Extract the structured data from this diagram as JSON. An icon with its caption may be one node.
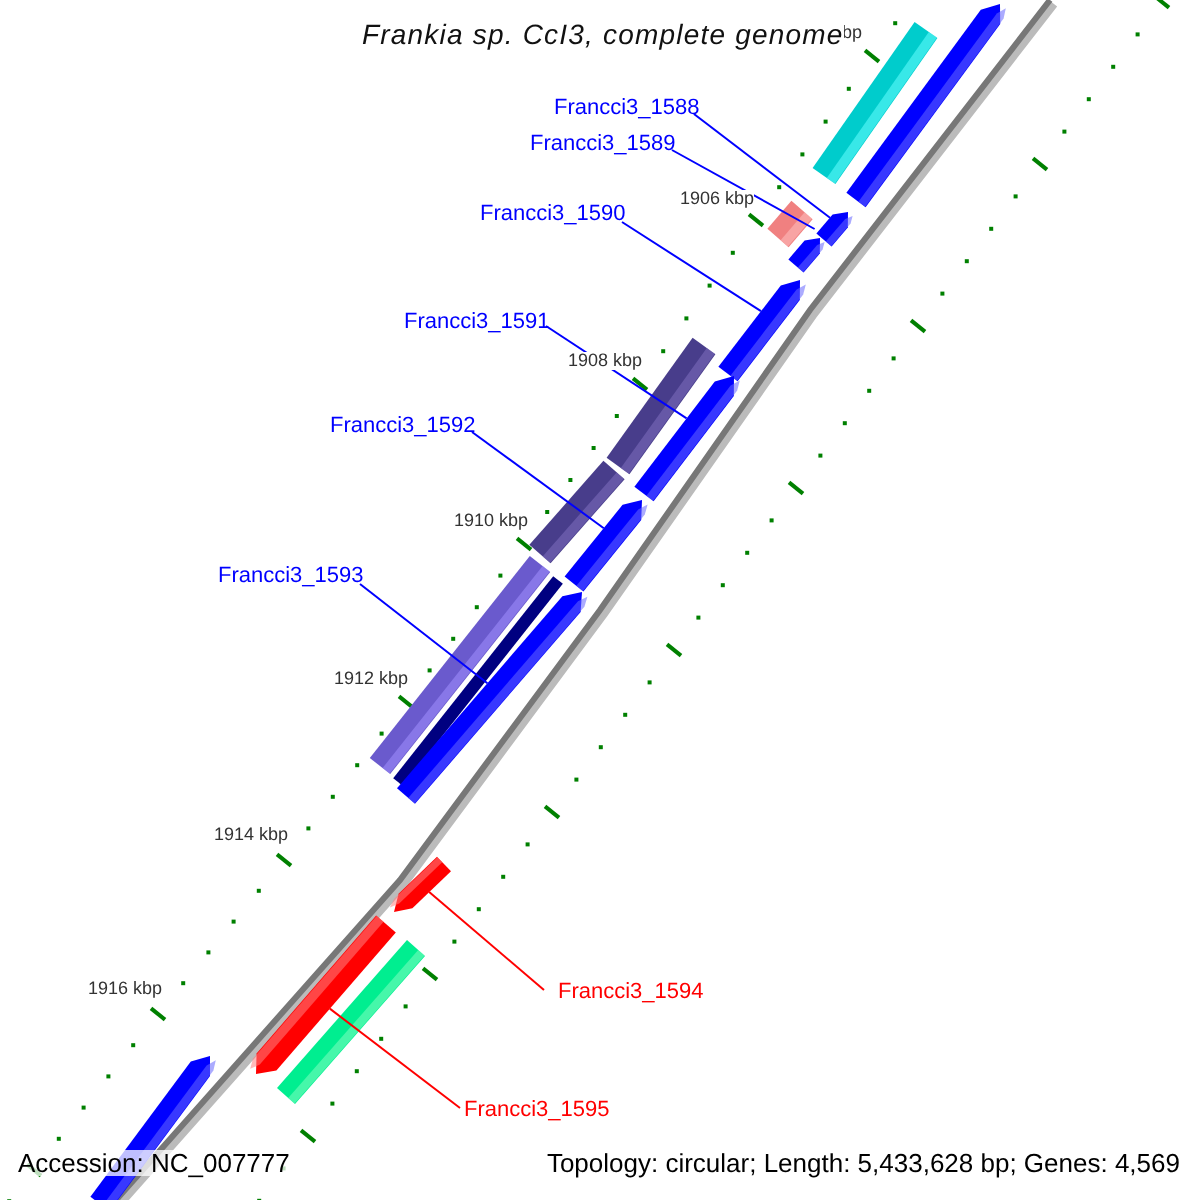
{
  "diagram": {
    "title": "Frankia sp. CcI3, complete genome",
    "nodes": [
      {
        "text": [
          "Francci3_1588"
        ]
      },
      {
        "text": [
          "Francci3_1589"
        ]
      },
      {
        "text": [
          "Francci3_1590"
        ]
      },
      {
        "text": [
          "Francci3_1591"
        ]
      },
      {
        "text": [
          "Francci3_1592"
        ]
      },
      {
        "text": [
          "Francci3_1593"
        ]
      },
      {
        "text": [
          "Francci3_1594"
        ]
      },
      {
        "text": [
          "Francci3_1595"
        ]
      },
      {
        "text": [],
        "shape": "bar"
      },
      {
        "text": [],
        "shape": "bar"
      },
      {
        "text": [],
        "shape": "bar"
      },
      {
        "text": [],
        "shape": "bar"
      },
      {
        "text": [],
        "shape": "bar"
      },
      {
        "text": [],
        "shape": "bar"
      },
      {
        "text": [],
        "shape": "bar"
      },
      {
        "text": [],
        "shape": "bar"
      }
    ],
    "edges": [
      {
        "from": 0,
        "to": 8,
        "arrow": "none"
      },
      {
        "from": 1,
        "to": 9,
        "arrow": "none"
      },
      {
        "from": 2,
        "to": 10,
        "arrow": "none"
      },
      {
        "from": 3,
        "to": 11,
        "arrow": "none"
      },
      {
        "from": 4,
        "to": 12,
        "arrow": "none"
      },
      {
        "from": 5,
        "to": 13,
        "arrow": "none"
      },
      {
        "from": 6,
        "to": 14,
        "arrow": "none",
        "color": "#ff0000"
      },
      {
        "from": 7,
        "to": 15,
        "arrow": "none",
        "color": "#ff0000"
      }
    ],
    "labels": [
      "bp",
      "1906 kbp",
      "1908 kbp",
      "1910 kbp",
      "1912 kbp",
      "1914 kbp",
      "1916 kbp",
      "Accession: NC_007777",
      "Topology: circular; Length: 5,433,628 bp; Genes: 4,569"
    ]
  }
}
